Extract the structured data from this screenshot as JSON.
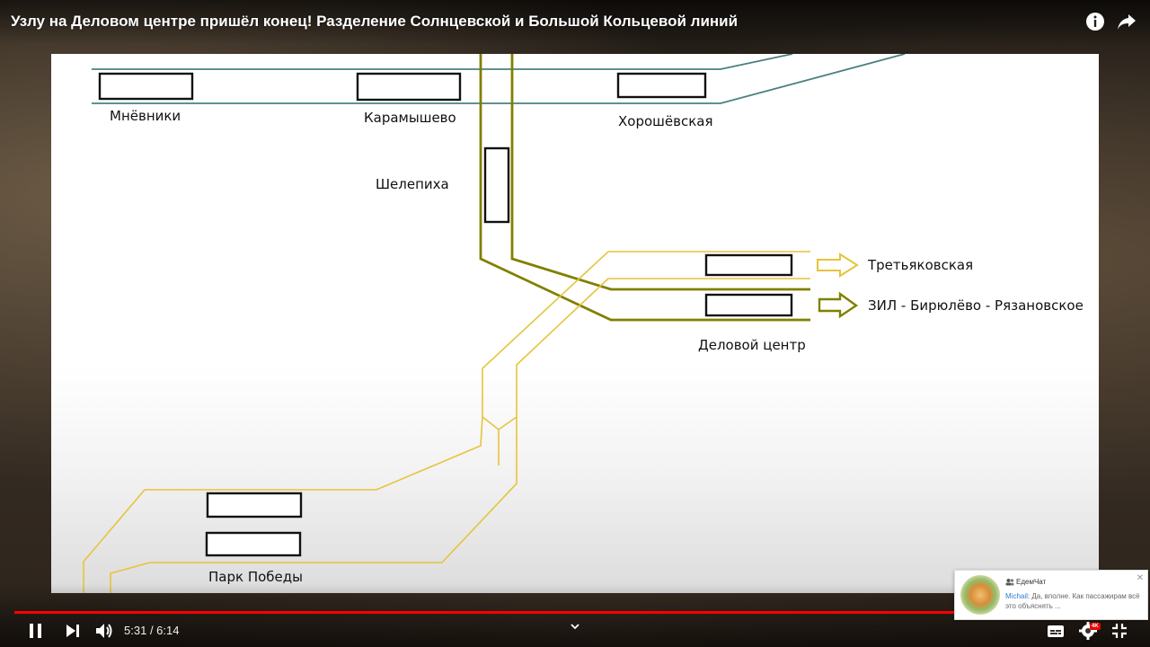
{
  "video": {
    "title": "Узлу на Деловом центре пришёл конец! Разделение Солнцевской и Большой Кольцевой линий"
  },
  "diagram": {
    "stations": {
      "mnevniki": "Мнёвники",
      "karamyshevo": "Карамышево",
      "khoroshevskaya": "Хорошёвская",
      "shelepikha": "Шелепиха",
      "tretyakovskaya": "Третьяковская",
      "zil": "ЗИЛ - Бирюлёво - Рязановское",
      "delovoy": "Деловой центр",
      "park_pobedy": "Парк Победы"
    },
    "colors": {
      "teal_line": "#4a8080",
      "olive_line": "#808000",
      "yellow_line": "#e6c43a",
      "station_outline": "#111111"
    }
  },
  "controls": {
    "current_time": "5:31",
    "duration": "6:14",
    "played_fraction": 0.885,
    "loaded_fraction": 0.93,
    "icons": [
      "info-icon",
      "share-icon",
      "pause-icon",
      "next-icon",
      "volume-icon",
      "chevron-down-icon",
      "captions-icon",
      "gear-icon",
      "exit-fullscreen-icon"
    ]
  },
  "quality_badge": "4K",
  "chat_card": {
    "channel": "ЕдемЧат",
    "author": "Michail",
    "message": ": Да, вполне. Как пассажирам всё это объяснять ..."
  }
}
